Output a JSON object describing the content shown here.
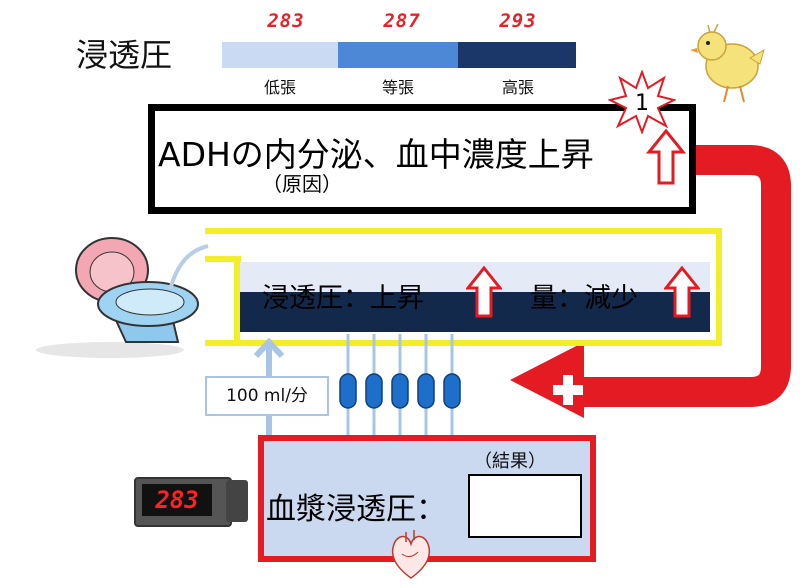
{
  "title": "浸透圧",
  "scale": {
    "numbers": [
      "283",
      "287",
      "293"
    ],
    "labels": [
      "低張",
      "等張",
      "高張"
    ],
    "colors": [
      "#c9daf2",
      "#4d88d6",
      "#1b3668"
    ]
  },
  "adh": {
    "text": "ADHの内分泌、血中濃度上昇",
    "sub": "（原因）",
    "badge": "1"
  },
  "tube": {
    "osmo_label": "浸透圧：上昇",
    "volume_label": "量：減少"
  },
  "flow": {
    "label": "100 ml/分"
  },
  "plasma": {
    "label": "血漿浸透圧：",
    "result_label": "（結果）",
    "result_value": ""
  },
  "meter": {
    "reading": "283"
  },
  "icons": [
    "toilet-icon",
    "chick-icon",
    "heart-icon",
    "aquaporin-icon",
    "up-arrow-icon",
    "plus-icon",
    "osmometer-icon"
  ],
  "colors": {
    "red": "#e51b23",
    "yellow": "#f2ee2a",
    "navy": "#13294b",
    "light_blue": "#cad9f0"
  }
}
